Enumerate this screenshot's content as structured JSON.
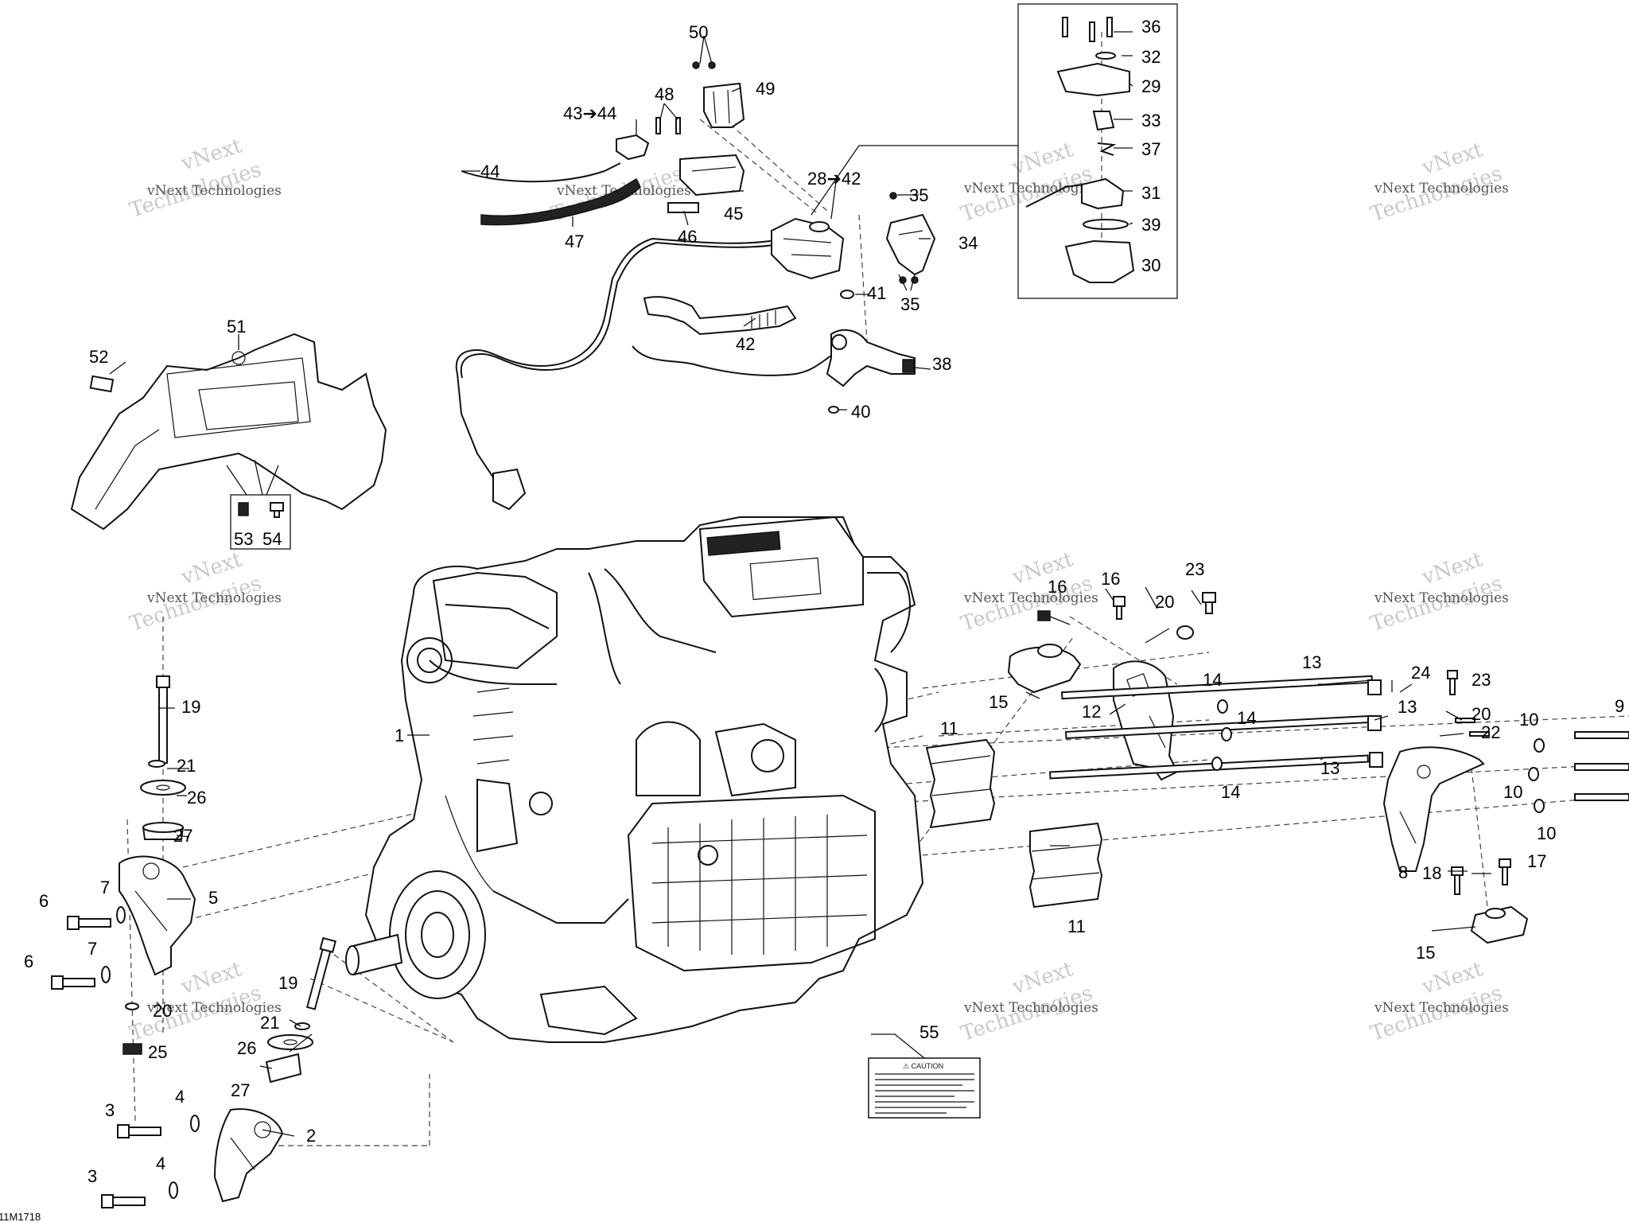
{
  "figure": {
    "reference_code": "11M1718",
    "callouts": [
      {
        "id": "c1",
        "text": "1"
      },
      {
        "id": "c2",
        "text": "2"
      },
      {
        "id": "c3a",
        "text": "3"
      },
      {
        "id": "c3b",
        "text": "3"
      },
      {
        "id": "c4a",
        "text": "4"
      },
      {
        "id": "c4b",
        "text": "4"
      },
      {
        "id": "c5",
        "text": "5"
      },
      {
        "id": "c6a",
        "text": "6"
      },
      {
        "id": "c6b",
        "text": "6"
      },
      {
        "id": "c7a",
        "text": "7"
      },
      {
        "id": "c7b",
        "text": "7"
      },
      {
        "id": "c8",
        "text": "8"
      },
      {
        "id": "c9",
        "text": "9"
      },
      {
        "id": "c10a",
        "text": "10"
      },
      {
        "id": "c10b",
        "text": "10"
      },
      {
        "id": "c10c",
        "text": "10"
      },
      {
        "id": "c11a",
        "text": "11"
      },
      {
        "id": "c11b",
        "text": "11"
      },
      {
        "id": "c12",
        "text": "12"
      },
      {
        "id": "c13a",
        "text": "13"
      },
      {
        "id": "c13b",
        "text": "13"
      },
      {
        "id": "c13c",
        "text": "13"
      },
      {
        "id": "c14a",
        "text": "14"
      },
      {
        "id": "c14b",
        "text": "14"
      },
      {
        "id": "c14c",
        "text": "14"
      },
      {
        "id": "c15a",
        "text": "15"
      },
      {
        "id": "c15b",
        "text": "15"
      },
      {
        "id": "c16a",
        "text": "16"
      },
      {
        "id": "c16b",
        "text": "16"
      },
      {
        "id": "c17",
        "text": "17"
      },
      {
        "id": "c18",
        "text": "18"
      },
      {
        "id": "c19a",
        "text": "19"
      },
      {
        "id": "c19b",
        "text": "19"
      },
      {
        "id": "c20a",
        "text": "20"
      },
      {
        "id": "c20b",
        "text": "20"
      },
      {
        "id": "c20c",
        "text": "20"
      },
      {
        "id": "c21a",
        "text": "21"
      },
      {
        "id": "c21b",
        "text": "21"
      },
      {
        "id": "c22",
        "text": "22"
      },
      {
        "id": "c23a",
        "text": "23"
      },
      {
        "id": "c23b",
        "text": "23"
      },
      {
        "id": "c24",
        "text": "24"
      },
      {
        "id": "c25",
        "text": "25"
      },
      {
        "id": "c26a",
        "text": "26"
      },
      {
        "id": "c26b",
        "text": "26"
      },
      {
        "id": "c27a",
        "text": "27"
      },
      {
        "id": "c27b",
        "text": "27"
      },
      {
        "id": "c28",
        "text": "28➔42"
      },
      {
        "id": "c29",
        "text": "29"
      },
      {
        "id": "c30",
        "text": "30"
      },
      {
        "id": "c31",
        "text": "31"
      },
      {
        "id": "c32",
        "text": "32"
      },
      {
        "id": "c33",
        "text": "33"
      },
      {
        "id": "c34",
        "text": "34"
      },
      {
        "id": "c35a",
        "text": "35"
      },
      {
        "id": "c35b",
        "text": "35"
      },
      {
        "id": "c36",
        "text": "36"
      },
      {
        "id": "c37",
        "text": "37"
      },
      {
        "id": "c38",
        "text": "38"
      },
      {
        "id": "c39",
        "text": "39"
      },
      {
        "id": "c40",
        "text": "40"
      },
      {
        "id": "c41",
        "text": "41"
      },
      {
        "id": "c42",
        "text": "42"
      },
      {
        "id": "c43",
        "text": "43➔44"
      },
      {
        "id": "c44",
        "text": "44"
      },
      {
        "id": "c45",
        "text": "45"
      },
      {
        "id": "c46",
        "text": "46"
      },
      {
        "id": "c47",
        "text": "47"
      },
      {
        "id": "c48",
        "text": "48"
      },
      {
        "id": "c49",
        "text": "49"
      },
      {
        "id": "c50",
        "text": "50"
      },
      {
        "id": "c51",
        "text": "51"
      },
      {
        "id": "c52",
        "text": "52"
      },
      {
        "id": "c53",
        "text": "53"
      },
      {
        "id": "c54",
        "text": "54"
      },
      {
        "id": "c55",
        "text": "55"
      }
    ],
    "watermark": {
      "line1": "vNext Technologies",
      "line2": "vNext",
      "line3": "Technologies"
    },
    "caution_label": {
      "heading": "⚠ CAUTION"
    }
  }
}
